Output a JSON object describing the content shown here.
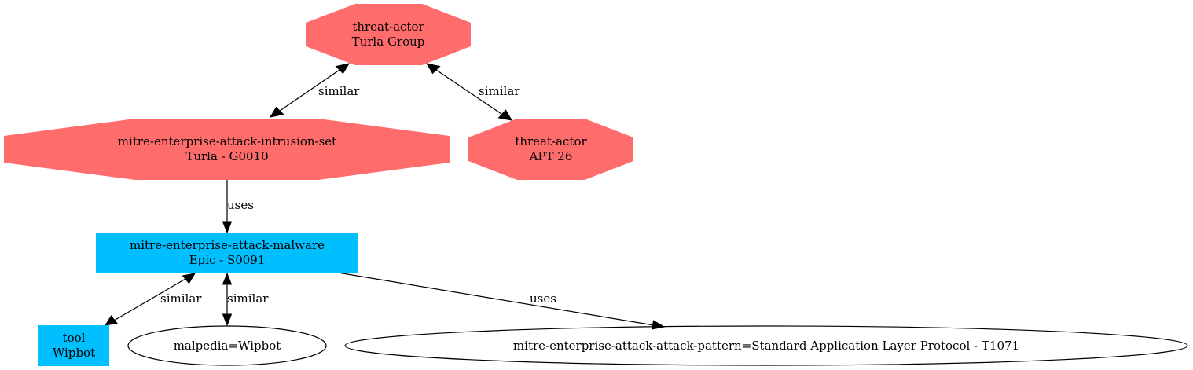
{
  "colors": {
    "threat_actor": "#ff6c6c",
    "malware_tool": "#00bfff",
    "outline": "#000000",
    "background": "#ffffff"
  },
  "nodes": {
    "turla_group": {
      "line1": "threat-actor",
      "line2": "Turla Group"
    },
    "turla_g0010": {
      "line1": "mitre-enterprise-attack-intrusion-set",
      "line2": "Turla - G0010"
    },
    "apt26": {
      "line1": "threat-actor",
      "line2": "APT 26"
    },
    "epic": {
      "line1": "mitre-enterprise-attack-malware",
      "line2": "Epic - S0091"
    },
    "tool_wipbot": {
      "line1": "tool",
      "line2": "Wipbot"
    },
    "malpedia_wipbot": {
      "label": "malpedia=Wipbot"
    },
    "attack_pattern": {
      "label": "mitre-enterprise-attack-attack-pattern=Standard Application Layer Protocol - T1071"
    }
  },
  "edges": {
    "turla_group_to_g0010": "similar",
    "turla_group_to_apt26": "similar",
    "g0010_to_epic": "uses",
    "epic_to_tool_wipbot": "similar",
    "epic_to_malpedia": "similar",
    "epic_to_attack_pattern": "uses"
  }
}
